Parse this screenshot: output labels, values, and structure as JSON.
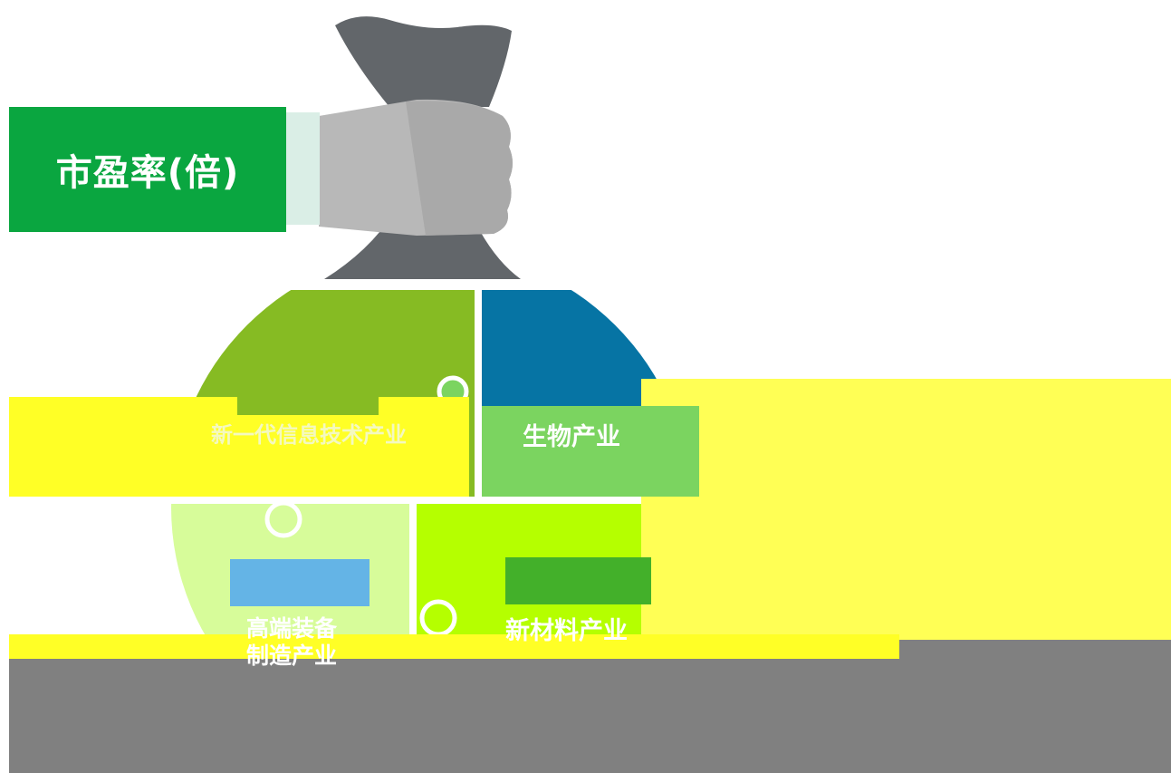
{
  "title": "市盈率(倍)",
  "pieces": [
    {
      "id": "info-tech",
      "label": "新一代信息技术产业",
      "color": "#86bb23"
    },
    {
      "id": "bio",
      "label": "生物产业",
      "color": "#7bd460"
    },
    {
      "id": "equipment",
      "label_line1": "高端装备",
      "label_line2": "制造产业",
      "color": "#d7fc9a"
    },
    {
      "id": "materials",
      "label": "新材料产业",
      "color": "#b5ff00"
    }
  ],
  "colors": {
    "title_bg": "#0aa640",
    "bag_gray": "#62666a",
    "hand_gray": "#b8b8b8",
    "blue_piece": "#0674a4",
    "highlight_yellow": "#ffff55",
    "bottom_gray": "#808080"
  }
}
